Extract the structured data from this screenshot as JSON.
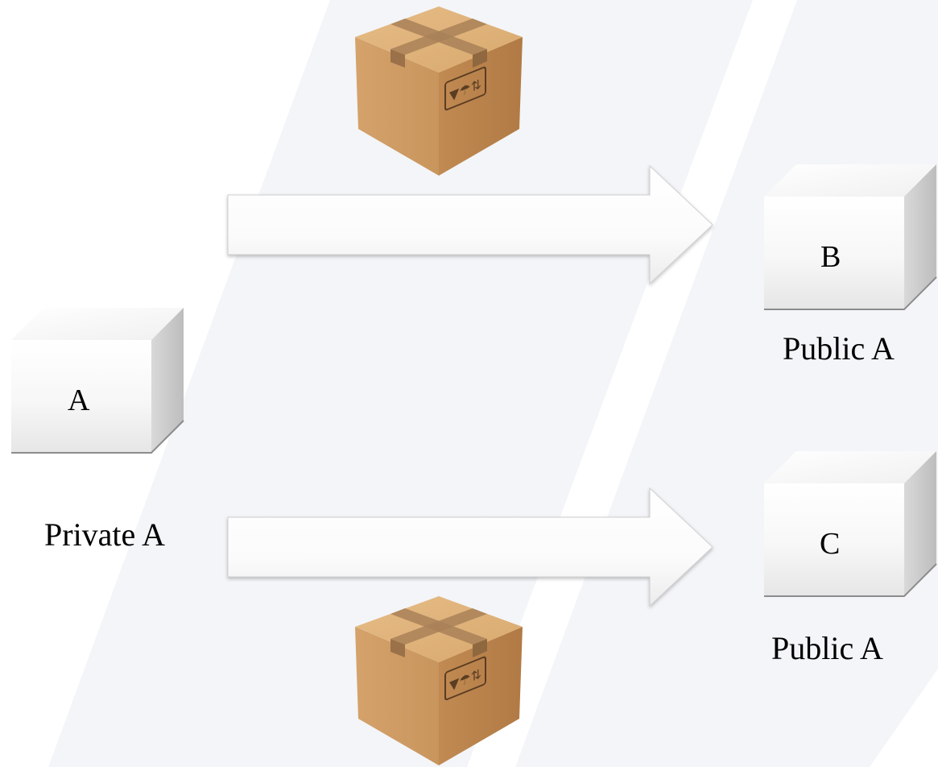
{
  "nodes": {
    "a": {
      "letter": "A",
      "caption": "Private A"
    },
    "b": {
      "letter": "B",
      "caption": "Public A"
    },
    "c": {
      "letter": "C",
      "caption": "Public A"
    }
  },
  "icons": {
    "package": "cardboard-box-icon",
    "arrow": "right-arrow-icon"
  },
  "colors": {
    "background": "#ffffff",
    "stripe": "#f3f5f8",
    "cube_front": "#f4f4f4",
    "cardboard": "#c99a63",
    "tape": "#a98158"
  }
}
